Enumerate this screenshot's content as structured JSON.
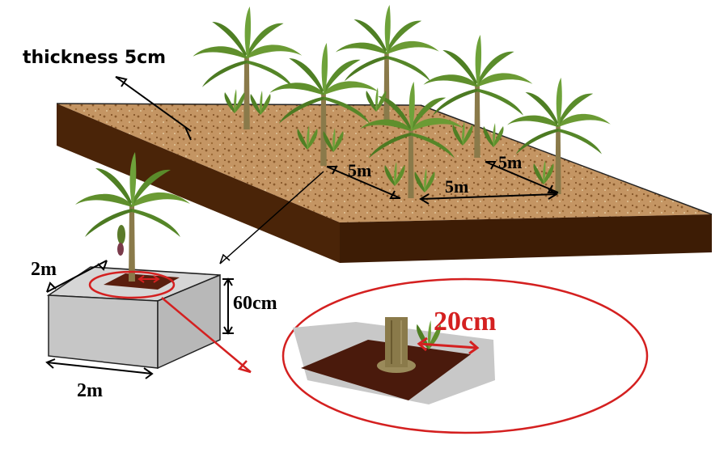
{
  "labels": {
    "thickness": "thickness 5cm",
    "spacing_diag_left": "5m",
    "spacing_row": "5m",
    "spacing_diag_right": "5m",
    "pit_depth": "60cm",
    "pit_width_top": "2m",
    "pit_width_bottom": "2m",
    "trunk_clearance": "20cm"
  },
  "colors": {
    "soil_side": "#4a2408",
    "mulch": "#b98a55",
    "pit_block": "#c6c6c6",
    "annotation_red": "#d42020",
    "leaf": "#5f8f2c",
    "trunk": "#8a7a4a"
  },
  "icons": {
    "plant": "banana-plant-icon"
  }
}
